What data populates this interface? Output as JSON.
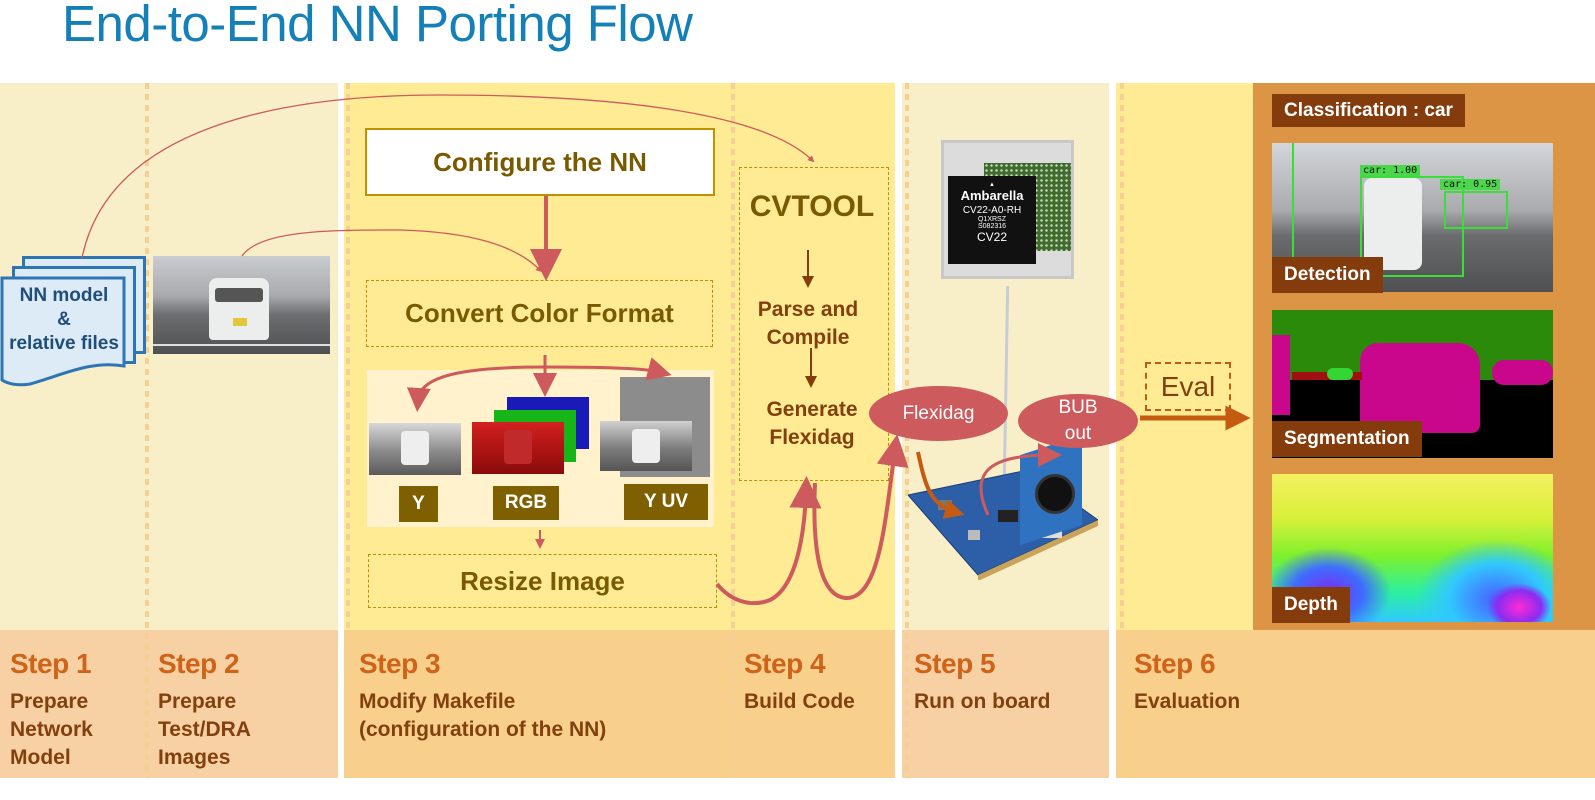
{
  "title": "End-to-End NN Porting Flow",
  "step1": {
    "file_label_line1": "NN model",
    "file_label_line2": "&",
    "file_label_line3": "relative files"
  },
  "step3": {
    "configure_box": "Configure the NN",
    "convert_box": "Convert Color Format",
    "resize_box": "Resize Image",
    "formats": [
      "Y",
      "RGB",
      "Y UV"
    ]
  },
  "step4": {
    "tool": "CVTOOL",
    "stage1_line1": "Parse and",
    "stage1_line2": "Compile",
    "stage2_line1": "Generate",
    "stage2_line2": "Flexidag"
  },
  "step5": {
    "chip": {
      "brand": "Ambarella",
      "part": "CV22-A0-RH",
      "code1": "Q1XRSZ",
      "code2": "S082316",
      "model": "CV22"
    },
    "flexidag_bubble": "Flexidag",
    "bub_line1": "BUB",
    "bub_line2": "out"
  },
  "step6": {
    "eval_label": "Eval"
  },
  "results": {
    "classification": "Classification : car",
    "detection": "Detection",
    "detection_tags": [
      "car: 1.00",
      "car: 0.95"
    ],
    "segmentation": "Segmentation",
    "depth": "Depth"
  },
  "steps": [
    {
      "title": "Step 1",
      "desc": [
        "Prepare",
        "Network",
        "Model"
      ]
    },
    {
      "title": "Step 2",
      "desc": [
        "Prepare",
        "Test/DRA",
        "Images"
      ]
    },
    {
      "title": "Step 3",
      "desc": [
        "Modify Makefile",
        "(configuration of the NN)"
      ]
    },
    {
      "title": "Step 4",
      "desc": [
        "Build Code"
      ]
    },
    {
      "title": "Step 5",
      "desc": [
        "Run on board"
      ]
    },
    {
      "title": "Step 6",
      "desc": [
        "Evaluation"
      ]
    }
  ],
  "colors": {
    "title": "#1580b8",
    "arrow": "#cd5a5c",
    "orange_arrow": "#c55a11",
    "label_brown": "#843c0c"
  }
}
